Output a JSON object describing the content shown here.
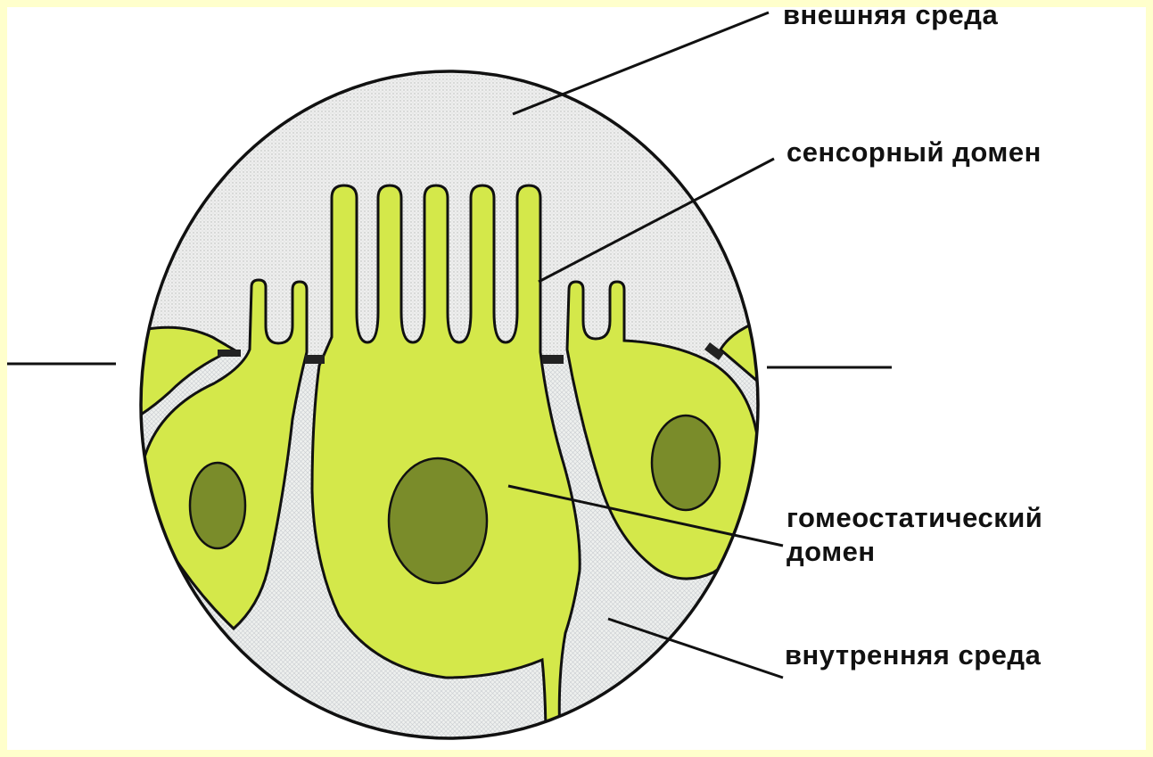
{
  "labels": {
    "external_environment": "внешняя среда",
    "sensory_domain": "сенсорный домен",
    "homeostatic_domain_line1": "гомеостатический",
    "homeostatic_domain_line2": "домен",
    "internal_environment": "внутренняя среда"
  },
  "colors": {
    "page_border": "#ffffcc",
    "cell_fill": "#d4e84a",
    "nucleus_fill": "#7a8c2a",
    "outline": "#111111",
    "medium_fill": "#e9ebe8"
  }
}
